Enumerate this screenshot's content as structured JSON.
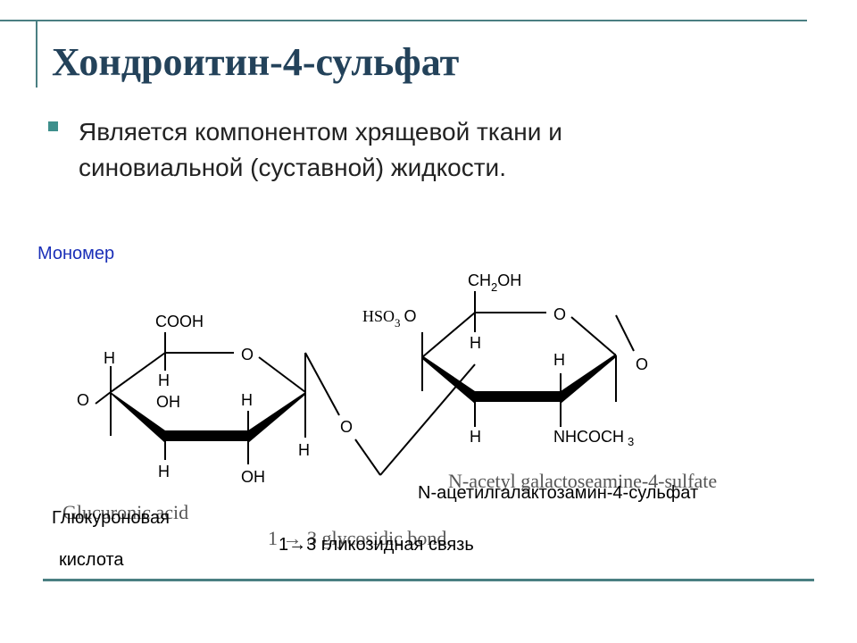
{
  "title": "Хондроитин-4-сульфат",
  "bullet": {
    "line1": "Является компонентом хрящевой ткани и",
    "line2": "синовиальной (суставной) жидкости."
  },
  "monomer_label": "Мономер",
  "colors": {
    "title": "#23425a",
    "accent": "#3e8f8c",
    "monomer": "#1a2fb8"
  },
  "ring1": {
    "cooh": "COOH",
    "o_ring": "O",
    "h_top_left": "H",
    "h_c5": "H",
    "oh_c4": "OH",
    "h_c3": "H",
    "o_left": "O",
    "h_c2": "H",
    "h_bottom": "H",
    "oh_bottom": "OH"
  },
  "link_o": "O",
  "ring2": {
    "ch2oh_ch": "CH",
    "ch2oh_2": "2",
    "ch2oh_oh": "OH",
    "hso3": "HSO",
    "hso3_sub": "3",
    "hso3_o": "O",
    "o_ring": "O",
    "h_c4": "H",
    "h_c1": "H",
    "o_right": "O",
    "h_c3": "H",
    "nhcoch": "NHCOCH",
    "nhcoch_sub": "3"
  },
  "captions": {
    "nacetyl_en": "N-acetyl galactoseamine-4-sulfate",
    "nacetyl_ru": "N-ацетилгалактозамин-4-сульфат",
    "glucuronic_en": "Glucuronic acid",
    "glucuronic_ru_1": "Глюкуроновая",
    "glucuronic_ru_2": "кислота",
    "bond_en": "1 → 3 glycosidic bond",
    "bond_ru": "1→3 гликозидная связь"
  }
}
